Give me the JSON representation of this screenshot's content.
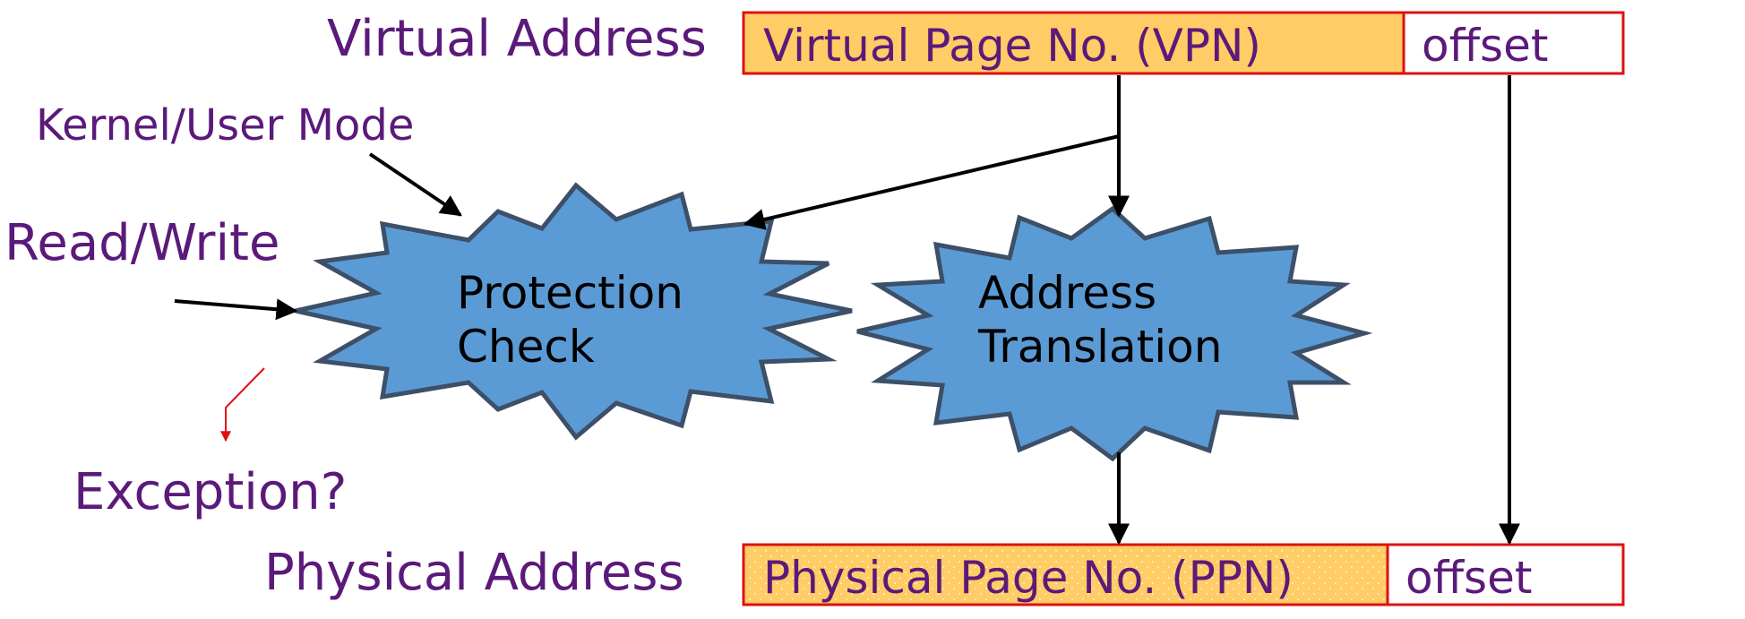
{
  "labels": {
    "virtual_address": "Virtual Address",
    "physical_address": "Physical Address",
    "kernel_user_mode": "Kernel/User Mode",
    "read_write": "Read/Write",
    "exception": "Exception?"
  },
  "virtual_address_box": {
    "page_field": "Virtual Page No. (VPN)",
    "offset_field": "offset"
  },
  "physical_address_box": {
    "page_field": "Physical Page No. (PPN)",
    "offset_field": "offset"
  },
  "protection_check": {
    "line1": "Protection",
    "line2": "Check"
  },
  "address_translation": {
    "line1": "Address",
    "line2": "Translation"
  },
  "colors": {
    "text_purple": "#5b1a7a",
    "page_field_fill": "#ffcc66",
    "box_border": "#e01010",
    "starburst_fill": "#5b9bd5",
    "starburst_stroke": "#3d5068",
    "exception_arrow": "#e01010"
  }
}
